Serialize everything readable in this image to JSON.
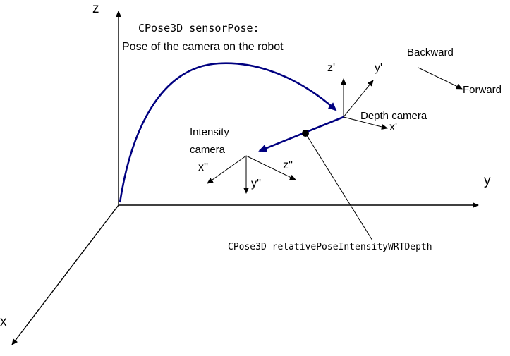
{
  "labels": {
    "title_code": "CPose3D sensorPose:",
    "subtitle": "Pose of the camera on the robot",
    "backward": "Backward",
    "forward": "Forward",
    "depth_camera": "Depth camera",
    "intensity_line1": "Intensity",
    "intensity_line2": "camera",
    "relative_pose": "CPose3D relativePoseIntensityWRTDepth"
  },
  "axes": {
    "world": {
      "x": "x",
      "y": "y",
      "z": "z"
    },
    "depth": {
      "x": "x'",
      "y": "y'",
      "z": "z'"
    },
    "intensity": {
      "x": "x''",
      "y": "y''",
      "z": "z''"
    }
  },
  "colors": {
    "pose_arrow": "#000080",
    "axis": "#000000",
    "marker_dot": "#000000"
  }
}
